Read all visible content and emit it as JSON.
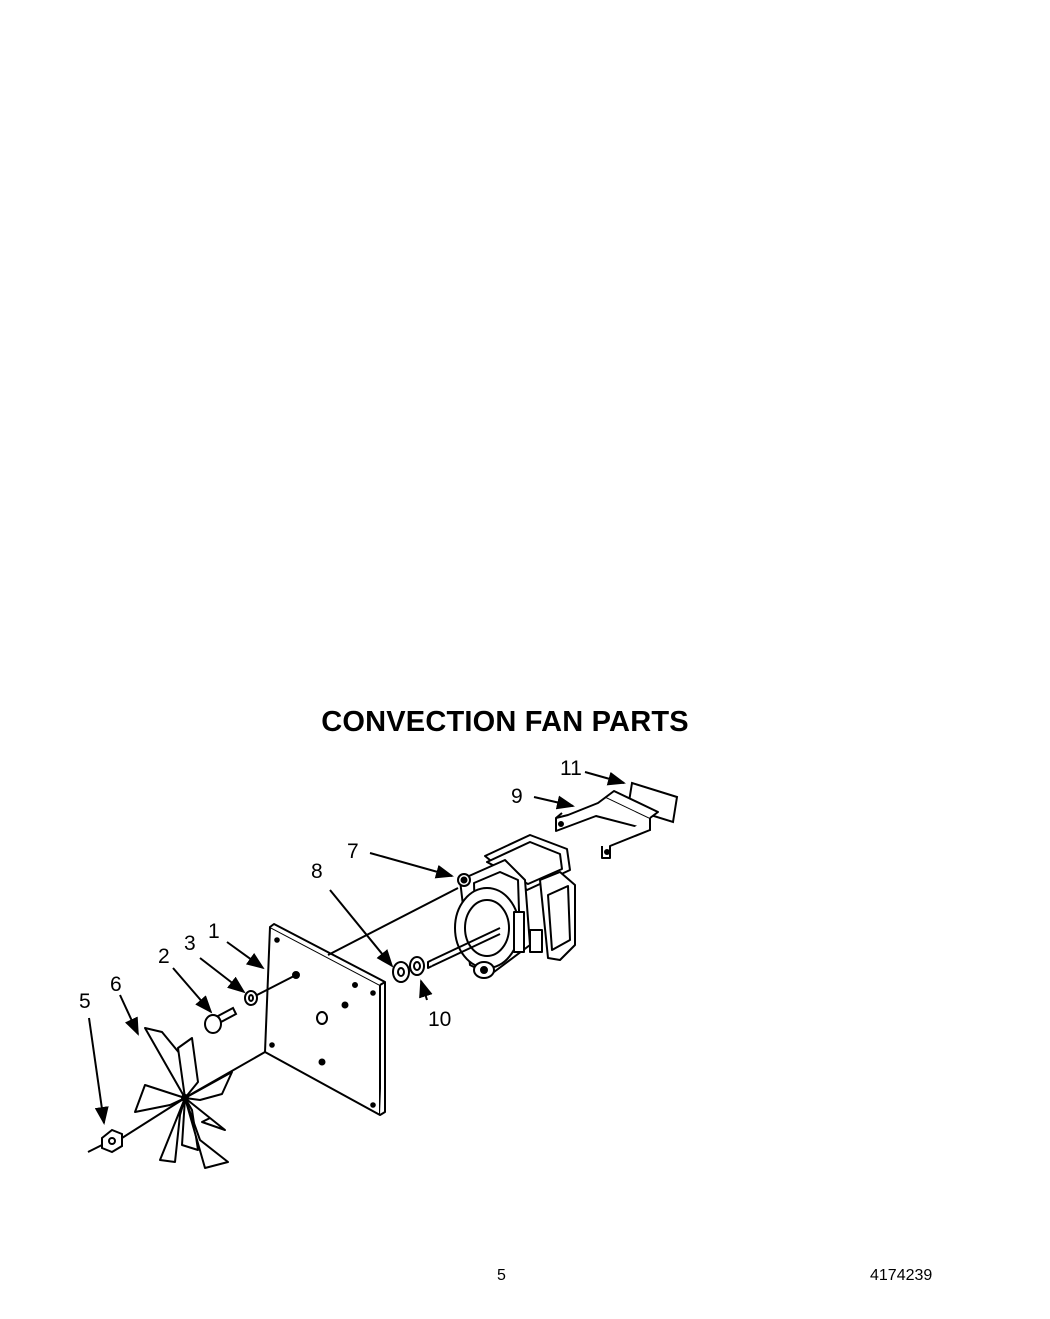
{
  "title": "CONVECTION FAN PARTS",
  "callouts": {
    "p1": "1",
    "p2": "2",
    "p3": "3",
    "p5": "5",
    "p6": "6",
    "p7": "7",
    "p8": "8",
    "p9": "9",
    "p10": "10",
    "p11": "11"
  },
  "footer": {
    "page_number": "5",
    "doc_number": "4174239"
  }
}
